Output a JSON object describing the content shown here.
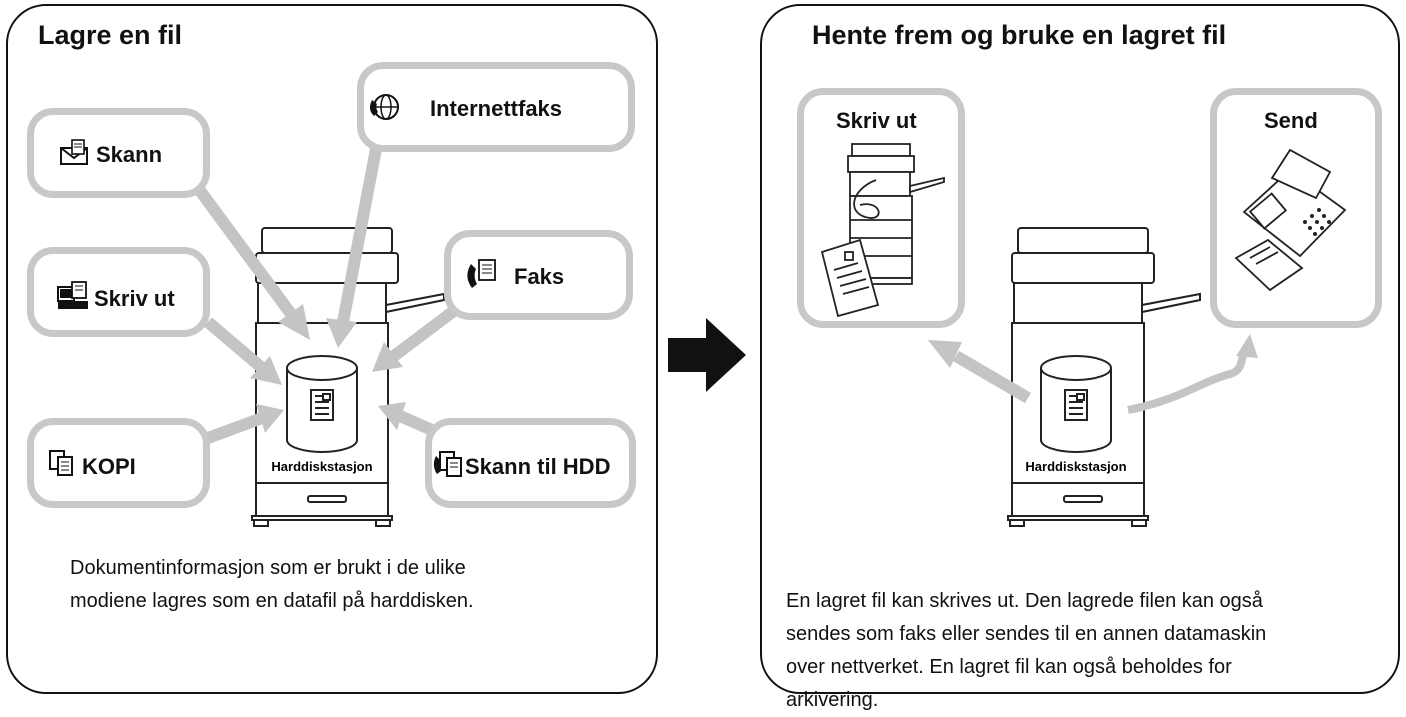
{
  "left_panel": {
    "title": "Lagre en fil",
    "sources": {
      "scan": "Skann",
      "internet_fax": "Internettfaks",
      "print": "Skriv ut",
      "fax": "Faks",
      "copy": "KOPI",
      "scan_to_hdd": "Skann til HDD"
    },
    "hdd_label": "Harddiskstasjon",
    "description": [
      "Dokumentinformasjon som er brukt i de ulike",
      "modiene lagres som en datafil på harddisken."
    ]
  },
  "right_panel": {
    "title": "Hente frem og bruke en lagret fil",
    "outputs": {
      "print": "Skriv ut",
      "send": "Send"
    },
    "hdd_label": "Harddiskstasjon",
    "description": [
      "En lagret fil kan skrives ut. Den lagrede filen kan også",
      "sendes som faks eller sendes til en annen datamaskin",
      "over nettverket. En lagret fil kan også beholdes for",
      "arkivering."
    ]
  },
  "colors": {
    "border": "#111111",
    "box_border": "#c8c8c8",
    "flow_arrow": "#c4c4c4",
    "main_arrow": "#111111"
  }
}
